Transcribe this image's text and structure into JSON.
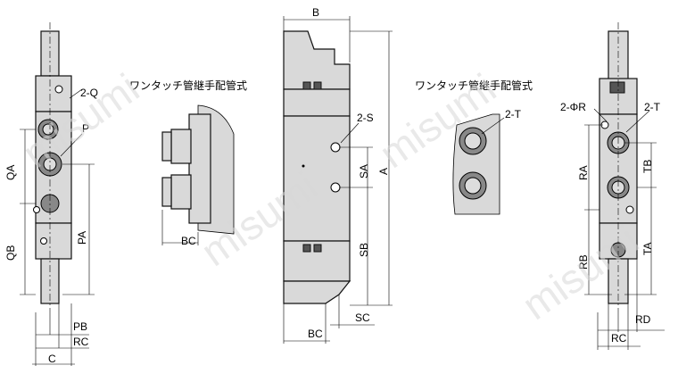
{
  "watermark": "misumi",
  "labels": {
    "caption_left": "ワンタッチ管継手配管式",
    "caption_right": "ワンタッチ管継手配管式",
    "q2": "2-Q",
    "p": "P",
    "qa": "QA",
    "qb": "QB",
    "pa": "PA",
    "pb": "PB",
    "rc_left": "RC",
    "c": "C",
    "bc_fitting": "BC",
    "b": "B",
    "s2": "2-S",
    "sa": "SA",
    "a": "A",
    "sb": "SB",
    "sc": "SC",
    "bc_mid": "BC",
    "t2_mid": "2-T",
    "phi_r": "2-ΦR",
    "t2_right": "2-T",
    "ra": "RA",
    "tb": "TB",
    "rb": "RB",
    "ta": "TA",
    "rd": "RD",
    "rc_right": "RC"
  }
}
